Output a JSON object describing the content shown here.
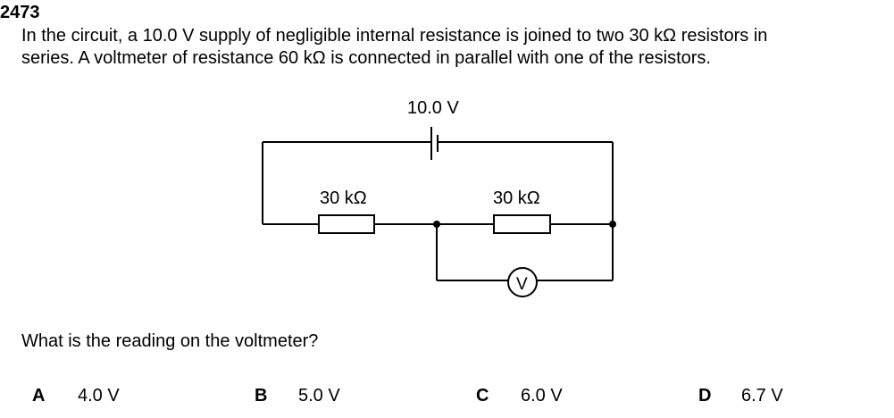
{
  "question_number": "2473",
  "stem": {
    "line1": "In the circuit, a 10.0 V supply of negligible internal resistance is joined to two 30 kΩ resistors in",
    "line2": "series.  A voltmeter of resistance 60 kΩ is connected in parallel with one of the resistors."
  },
  "circuit": {
    "supply_label": "10.0 V",
    "resistor1_label": "30 kΩ",
    "resistor2_label": "30 kΩ",
    "meter_symbol": "V"
  },
  "question": "What is the reading on the voltmeter?",
  "options": [
    {
      "letter": "A",
      "value": "4.0 V"
    },
    {
      "letter": "B",
      "value": "5.0 V"
    },
    {
      "letter": "C",
      "value": "6.0 V"
    },
    {
      "letter": "D",
      "value": "6.7 V"
    }
  ]
}
